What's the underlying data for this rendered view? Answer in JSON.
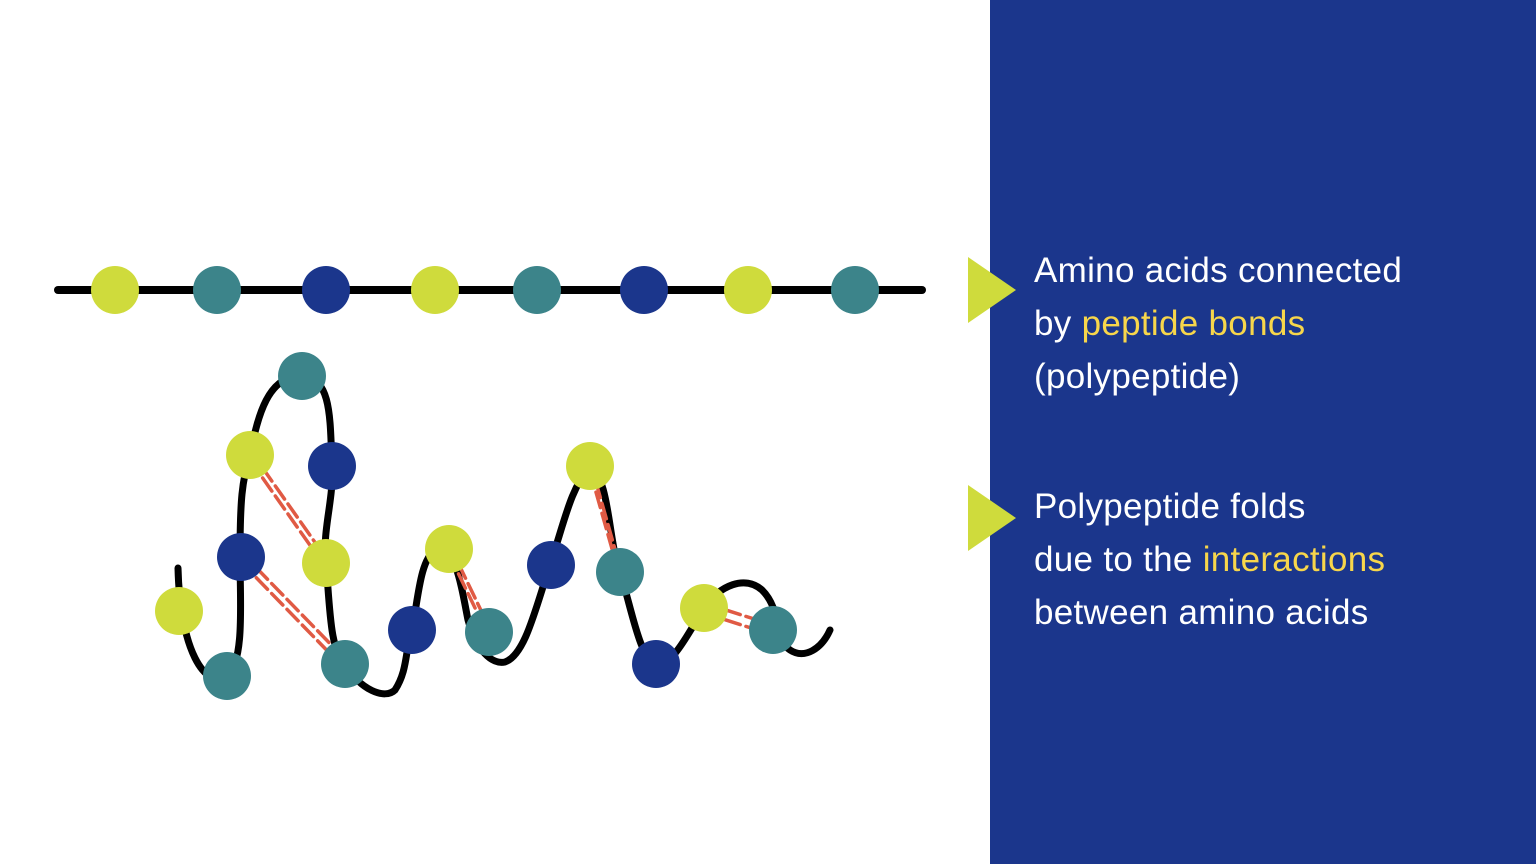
{
  "colors": {
    "panel_background": "#1b368c",
    "highlight_text": "#f7d64b",
    "lime": "#cfdb3c",
    "teal": "#3c848a",
    "navy": "#1b368c",
    "chain": "#000000",
    "interaction": "#e05a44"
  },
  "bullets": [
    {
      "icon": "triangle-arrow-icon",
      "line1": "Amino acids connected",
      "line2_prefix": "by ",
      "line2_highlight": "peptide bonds",
      "line3": "(polypeptide)"
    },
    {
      "icon": "triangle-arrow-icon",
      "line1": "Polypeptide folds",
      "line2_prefix": "due to the ",
      "line2_highlight": "interactions",
      "line3": "between amino acids"
    }
  ],
  "diagram": {
    "linear_chain": [
      "lime",
      "teal",
      "navy",
      "lime",
      "teal",
      "navy",
      "lime",
      "teal"
    ],
    "folded_chain": [
      "lime",
      "teal",
      "navy",
      "lime",
      "teal",
      "navy",
      "lime",
      "teal",
      "navy",
      "lime",
      "teal",
      "navy",
      "lime",
      "teal",
      "navy",
      "lime",
      "teal"
    ],
    "interactions": [
      [
        3,
        6
      ],
      [
        2,
        7
      ],
      [
        9,
        10
      ],
      [
        12,
        13
      ],
      [
        15,
        16
      ]
    ]
  }
}
